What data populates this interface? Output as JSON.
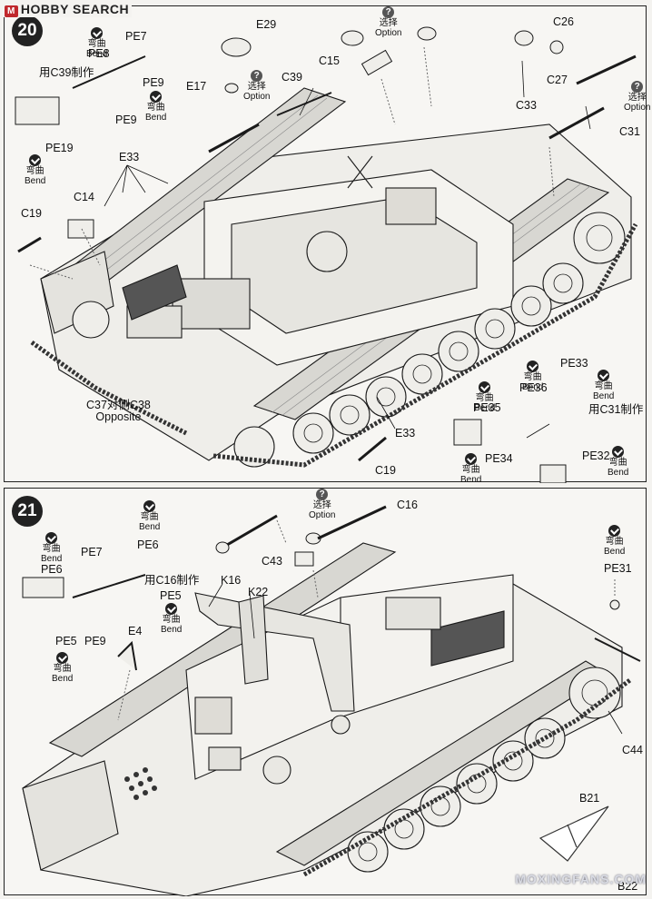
{
  "header": {
    "logo_mark": "M",
    "logo_text": "HOBBY SEARCH"
  },
  "watermark": "MOXINGFANS.COM",
  "common": {
    "bend_cn": "弯曲",
    "bend_en": "Bend",
    "option_cn": "选择",
    "option_en": "Option",
    "option_glyph": "?"
  },
  "step20": {
    "number": "20",
    "labels": {
      "pe7": "PE7",
      "pe8": "PE8",
      "pe9a": "PE9",
      "pe9b": "PE9",
      "pe19": "PE19",
      "c39_make": "用C39制作",
      "e29": "E29",
      "e17": "E17",
      "c39": "C39",
      "c15": "C15",
      "c26": "C26",
      "c27": "C27",
      "c33": "C33",
      "c31": "C31",
      "e33a": "E33",
      "e33b": "E33",
      "c14": "C14",
      "c19a": "C19",
      "c19b": "C19",
      "c37_cn": "C37对侧C38",
      "c37_en": "Opposite",
      "pe33": "PE33",
      "pe36": "PE36",
      "pe35": "PE35",
      "pe34": "PE34",
      "pe32": "PE32",
      "c31_make": "用C31制作"
    }
  },
  "step21": {
    "number": "21",
    "labels": {
      "pe7": "PE7",
      "pe6a": "PE6",
      "pe6b": "PE6",
      "c16_make": "用C16制作",
      "pe5a": "PE5",
      "pe5b": "PE5",
      "pe9": "PE9",
      "e4": "E4",
      "k16": "K16",
      "k22": "K22",
      "c43": "C43",
      "c16": "C16",
      "pe31": "PE31",
      "c44": "C44",
      "b21": "B21",
      "b22": "B22"
    }
  }
}
